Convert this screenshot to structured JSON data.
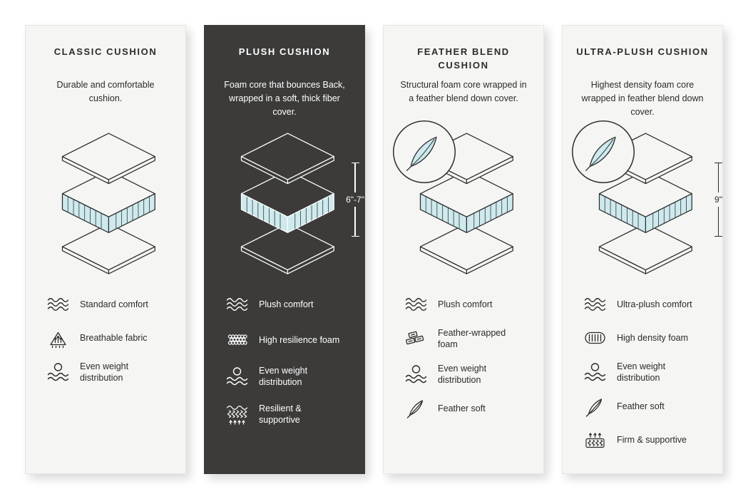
{
  "colors": {
    "light_card_background": "#f5f5f3",
    "dark_card_background": "#3c3b3a",
    "foam_fill": "#cfe9ed",
    "line_light_theme": "#2e2e2e",
    "line_dark_theme": "#ffffff"
  },
  "cards": [
    {
      "title": "CLASSIC CUSHION",
      "description": "Durable and comfortable cushion.",
      "theme": "light",
      "diagram": {
        "feather_badge": false,
        "height_label": ""
      },
      "features": [
        {
          "icon": "waves-icon",
          "label": "Standard comfort"
        },
        {
          "icon": "breathable-icon",
          "label": "Breathable fabric"
        },
        {
          "icon": "weight-distribution-icon",
          "label": "Even weight distribution"
        }
      ]
    },
    {
      "title": "PLUSH CUSHION",
      "description": "Foam core that bounces Back, wrapped in a soft, thick fiber cover.",
      "theme": "dark",
      "diagram": {
        "feather_badge": false,
        "height_label": "6\"-7\""
      },
      "features": [
        {
          "icon": "waves-icon",
          "label": "Plush comfort"
        },
        {
          "icon": "honeycomb-icon",
          "label": "High resilience foam"
        },
        {
          "icon": "weight-distribution-icon",
          "label": "Even weight distribution"
        },
        {
          "icon": "springs-icon",
          "label": "Resilient & supportive"
        }
      ]
    },
    {
      "title": "FEATHER BLEND CUSHION",
      "description": "Structural foam core wrapped in a feather blend down cover.",
      "theme": "light",
      "diagram": {
        "feather_badge": true,
        "height_label": ""
      },
      "features": [
        {
          "icon": "waves-icon",
          "label": "Plush comfort"
        },
        {
          "icon": "bricks-icon",
          "label": "Feather-wrapped foam"
        },
        {
          "icon": "weight-distribution-icon",
          "label": "Even weight distribution"
        },
        {
          "icon": "feather-icon",
          "label": "Feather soft"
        }
      ]
    },
    {
      "title": "ULTRA-PLUSH CUSHION",
      "description": "Highest density foam core wrapped in feather blend down cover.",
      "theme": "light",
      "diagram": {
        "feather_badge": true,
        "height_label": "9\""
      },
      "features": [
        {
          "icon": "waves-icon",
          "label": "Ultra-plush comfort"
        },
        {
          "icon": "high-density-foam-icon",
          "label": "High density foam"
        },
        {
          "icon": "weight-distribution-icon",
          "label": "Even weight distribution"
        },
        {
          "icon": "feather-icon",
          "label": "Feather soft"
        },
        {
          "icon": "firm-support-icon",
          "label": "Firm & supportive"
        }
      ]
    }
  ]
}
